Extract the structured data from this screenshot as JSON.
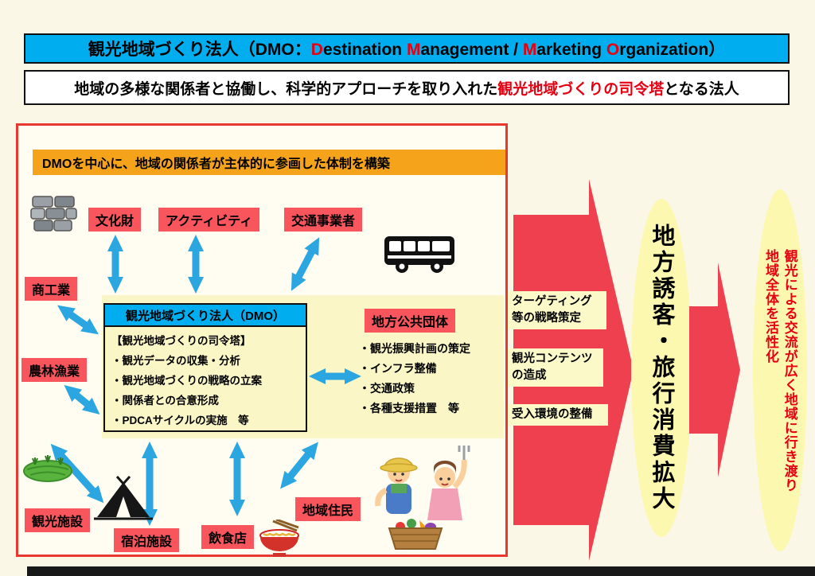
{
  "title": {
    "p1": "観光地域づくり法人（DMO：",
    "r1": "D",
    "p2": "estination ",
    "r2": "M",
    "p3": "anagement / ",
    "r3": "M",
    "p4": "arketing ",
    "r4": "O",
    "p5": "rganization）"
  },
  "subtitle": {
    "p1": "地域の多様な関係者と協働し、科学的アプローチを取り入れた",
    "red": "観光地域づくりの司令塔",
    "p2": "となる法人"
  },
  "diagram": {
    "banner": "DMOを中心に、地域の関係者が主体的に参画した体制を構築",
    "stakeholders": {
      "bunkazai": "文化財",
      "activity": "アクティビティ",
      "kotsu": "交通事業者",
      "shoko": "商工業",
      "norin": "農林漁業",
      "kanko": "観光施設",
      "shukuhaku": "宿泊施設",
      "inshoku": "飲食店",
      "jumin": "地域住民"
    },
    "dmo_box": {
      "header": "観光地域づくり法人（DMO）",
      "subtitle": "【観光地域づくりの司令塔】",
      "items": [
        "・観光データの収集・分析",
        "・観光地域づくりの戦略の立案",
        "・関係者との合意形成",
        "・PDCAサイクルの実施　等"
      ]
    },
    "gov_box": {
      "label": "地方公共団体",
      "items": [
        "・観光振興計画の策定",
        "・インフラ整備",
        "・交通政策",
        "・各種支援措置　等"
      ]
    }
  },
  "flow": {
    "steps": [
      "ターゲティング等の戦略策定",
      "観光コンテンツの造成",
      "受入環境の整備"
    ],
    "outcome1": "地方誘客・旅行消費拡大",
    "outcome2_line1": "観光による交流が広く地域に行き渡り",
    "outcome2_line2": "地域全体を活性化"
  },
  "icons": {
    "stone_wall": "stone-wall-icon",
    "bus": "bus-icon",
    "rice_field": "rice-field-icon",
    "tent": "tent-icon",
    "ramen": "ramen-bowl-icon",
    "residents": "residents-with-vegetables-icon"
  },
  "colors": {
    "title_bg": "#00AEEF",
    "accent_red": "#E60012",
    "label_red": "#F8555C",
    "banner_orange": "#F5A31B",
    "panel_yellow": "#FAF6C6",
    "arrow_blue": "#2CA6E0",
    "big_arrow_red": "#EF4050",
    "ellipse_yellow": "#FCF8AF",
    "page_bg": "#FBF7E6"
  }
}
